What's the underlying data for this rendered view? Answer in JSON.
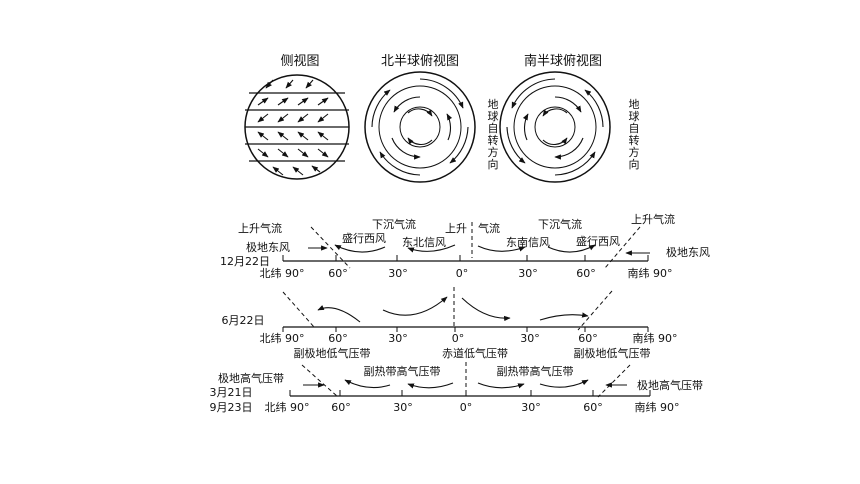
{
  "globe_titles": {
    "side": "侧视图",
    "north": "北半球俯视图",
    "south": "南半球俯视图"
  },
  "rotation_label": [
    "地",
    "球",
    "自",
    "转",
    "方",
    "向"
  ],
  "dec": {
    "date": "12月22日",
    "winds": {
      "polar_east_n": "极地东风",
      "westerlies_n": "盛行西风",
      "ne_trade": "东北信风",
      "se_trade": "东南信风",
      "westerlies_s": "盛行西风",
      "polar_east_s": "极地东风"
    },
    "motions": {
      "rise_n": "上升气流",
      "sink_n": "下沉气流",
      "rise_eq_a": "上升",
      "rise_eq_b": "气流",
      "sink_s": "下沉气流",
      "rise_s": "上升气流"
    },
    "ticks": [
      "北纬 90°",
      "60°",
      "30°",
      "0°",
      "30°",
      "60°",
      "南纬 90°"
    ]
  },
  "jun": {
    "date": "6月22日",
    "ticks": [
      "北纬 90°",
      "60°",
      "30°",
      "0°",
      "30°",
      "60°",
      "南纬 90°"
    ]
  },
  "equinox": {
    "date_a": "3月21日",
    "date_b": "9月23日",
    "belts": {
      "polar_high_n": "极地高气压带",
      "subpolar_low_n": "副极地低气压带",
      "subtrop_high_n": "副热带高气压带",
      "eq_low": "赤道低气压带",
      "subtrop_high_s": "副热带高气压带",
      "subpolar_low_s": "副极地低气压带",
      "polar_high_s": "极地高气压带"
    },
    "ticks": [
      "北纬 90°",
      "60°",
      "30°",
      "0°",
      "30°",
      "60°",
      "南纬 90°"
    ]
  }
}
